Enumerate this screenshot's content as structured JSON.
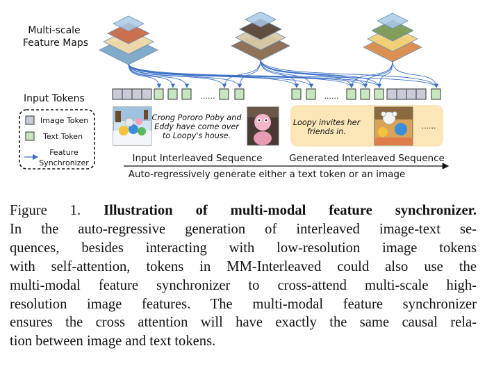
{
  "figure": {
    "feature_maps_label_line1": "Multi-scale",
    "feature_maps_label_line2": "Feature Maps",
    "input_tokens_label": "Input Tokens",
    "legend": {
      "image_token": "Image Token",
      "text_token": "Text Token",
      "synchronizer_line1": "Feature",
      "synchronizer_line2": "Synchronizer"
    },
    "ellipsis_1": "......",
    "ellipsis_2": "......",
    "ellipsis_3": "......",
    "input_text_lines": [
      "Crong Pororo Poby and",
      "Eddy have come over",
      "to Loopy's house."
    ],
    "generated_text_lines": [
      "Loopy invites her",
      "friends in."
    ],
    "input_sequence_label": "Input Interleaved Sequence",
    "generated_sequence_label": "Generated Interleaved Sequence",
    "autoregressive_label": "Auto-regressively generate either a text token or an image",
    "colors": {
      "image_token": "#c9ccd6",
      "text_token": "#c8e6c0",
      "arrow": "#3a6fc4",
      "generated_highlight": "#fbe6b8",
      "map_top": "#a9c9e6"
    }
  },
  "caption": {
    "label": "Figure 1.",
    "title": "Illustration of multi-modal feature synchronizer.",
    "lines": [
      "In the auto-regressive generation of interleaved image-text se-",
      "quences, besides interacting with low-resolution image tokens",
      "with self-attention, tokens in MM-Interleaved could also use the",
      "multi-modal feature synchronizer to cross-attend multi-scale high-",
      "resolution image features. The multi-modal feature synchronizer",
      "ensures the cross attention will have exactly the same causal rela-",
      "tion between image and text tokens."
    ]
  }
}
